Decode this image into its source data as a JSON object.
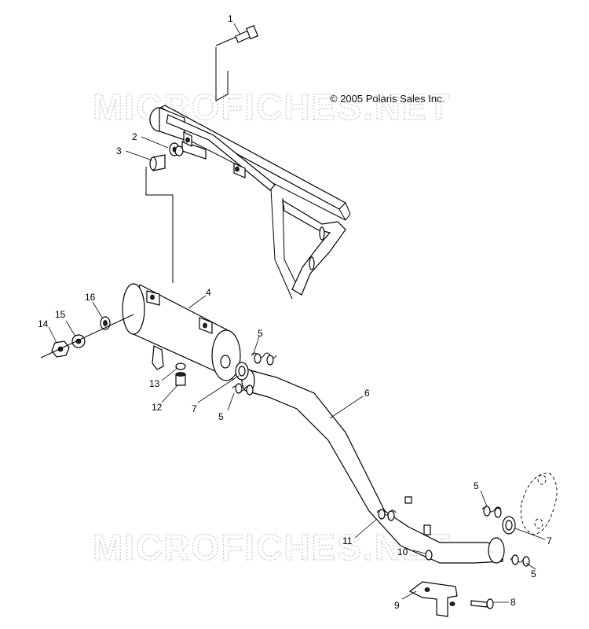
{
  "copyright": "© 2005 Polaris Sales Inc.",
  "watermark": "MICROFICHES.NET",
  "callouts": [
    {
      "num": "1"
    },
    {
      "num": "2"
    },
    {
      "num": "3"
    },
    {
      "num": "4"
    },
    {
      "num": "5"
    },
    {
      "num": "5"
    },
    {
      "num": "5"
    },
    {
      "num": "5"
    },
    {
      "num": "6"
    },
    {
      "num": "7"
    },
    {
      "num": "7"
    },
    {
      "num": "8"
    },
    {
      "num": "9"
    },
    {
      "num": "10"
    },
    {
      "num": "11"
    },
    {
      "num": "12"
    },
    {
      "num": "13"
    },
    {
      "num": "14"
    },
    {
      "num": "15"
    },
    {
      "num": "16"
    }
  ]
}
